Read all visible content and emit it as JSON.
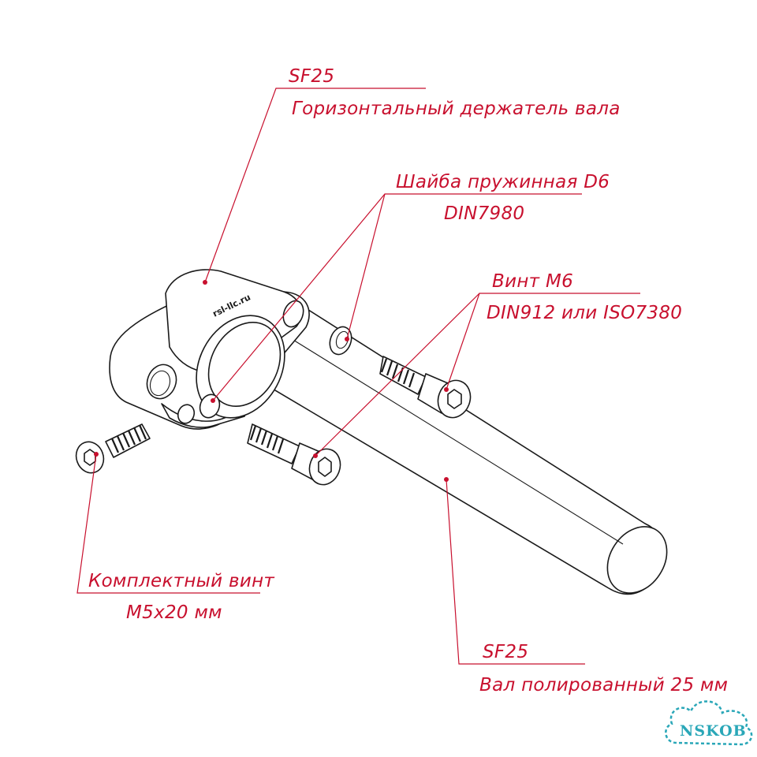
{
  "callouts": {
    "holder_code": "SF25",
    "holder_name": "Горизонтальный держатель вала",
    "washer_name": "Шайба пружинная D6",
    "washer_std": "DIN7980",
    "screw_name": "Винт M6",
    "screw_std": "DIN912 или ISO7380",
    "kit_screw_name": "Комплектный винт",
    "kit_screw_size": "M5x20 мм",
    "shaft_code": "SF25",
    "shaft_name": "Вал полированный 25 мм"
  },
  "part_marking": "rsl-llc.ru",
  "watermark": "NSKOB",
  "colors": {
    "callout": "#c8102e",
    "outline": "#1a1a1a",
    "watermark": "#2aa7b8"
  }
}
